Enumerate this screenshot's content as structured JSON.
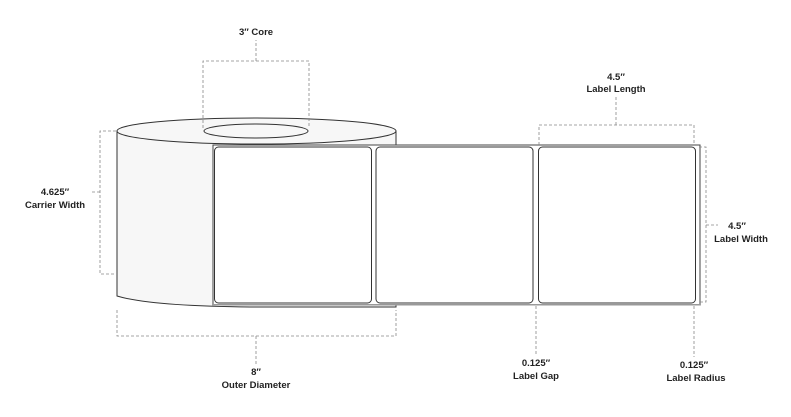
{
  "dimensions": {
    "core": {
      "value": "3″ Core"
    },
    "label_length": {
      "value": "4.5″",
      "name": "Label Length"
    },
    "label_width": {
      "value": "4.5″",
      "name": "Label Width"
    },
    "carrier_width": {
      "value": "4.625″",
      "name": "Carrier Width"
    },
    "outer_diameter": {
      "value": "8″",
      "name": "Outer Diameter"
    },
    "label_gap": {
      "value": "0.125″",
      "name": "Label Gap"
    },
    "label_radius": {
      "value": "0.125″",
      "name": "Label Radius"
    }
  }
}
